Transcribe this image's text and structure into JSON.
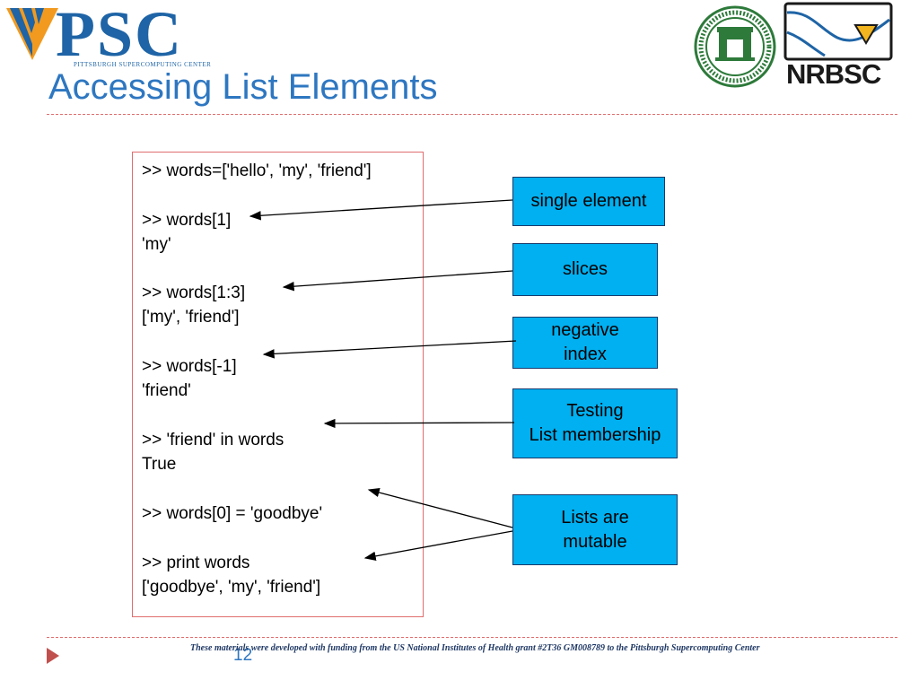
{
  "header": {
    "psc_logo_text": "PSC",
    "psc_logo_subtitle": "PITTSBURGH SUPERCOMPUTING CENTER",
    "nrbsc_logo_text": "NRBSC",
    "upr_seal_text": "RECINTO UNIVERSITARIO DE MAYAGÜEZ"
  },
  "slide": {
    "title": "Accessing List Elements",
    "page_number": "12",
    "footer": "These materials were developed with funding from the US National Institutes of Health grant #2T36 GM008789 to the Pittsburgh Supercomputing Center"
  },
  "code_lines": [
    ">> words=['hello', 'my', 'friend']",
    ">> words[1]",
    "'my'",
    ">> words[1:3]",
    "['my', 'friend']",
    ">> words[-1]",
    "'friend'",
    ">> 'friend' in words",
    "True",
    ">> words[0] = 'goodbye'",
    ">> print words",
    "['goodbye', 'my', 'friend']"
  ],
  "callouts": [
    {
      "line1": "single element",
      "line2": ""
    },
    {
      "line1": "slices",
      "line2": ""
    },
    {
      "line1": "negative",
      "line2": "index"
    },
    {
      "line1": "Testing",
      "line2": "List membership"
    },
    {
      "line1": "Lists are",
      "line2": "mutable"
    }
  ],
  "colors": {
    "title": "#2e77c1",
    "callout_fill": "#00b0f0",
    "rule": "#e06d6d",
    "psc_blue": "#1e64a6"
  }
}
